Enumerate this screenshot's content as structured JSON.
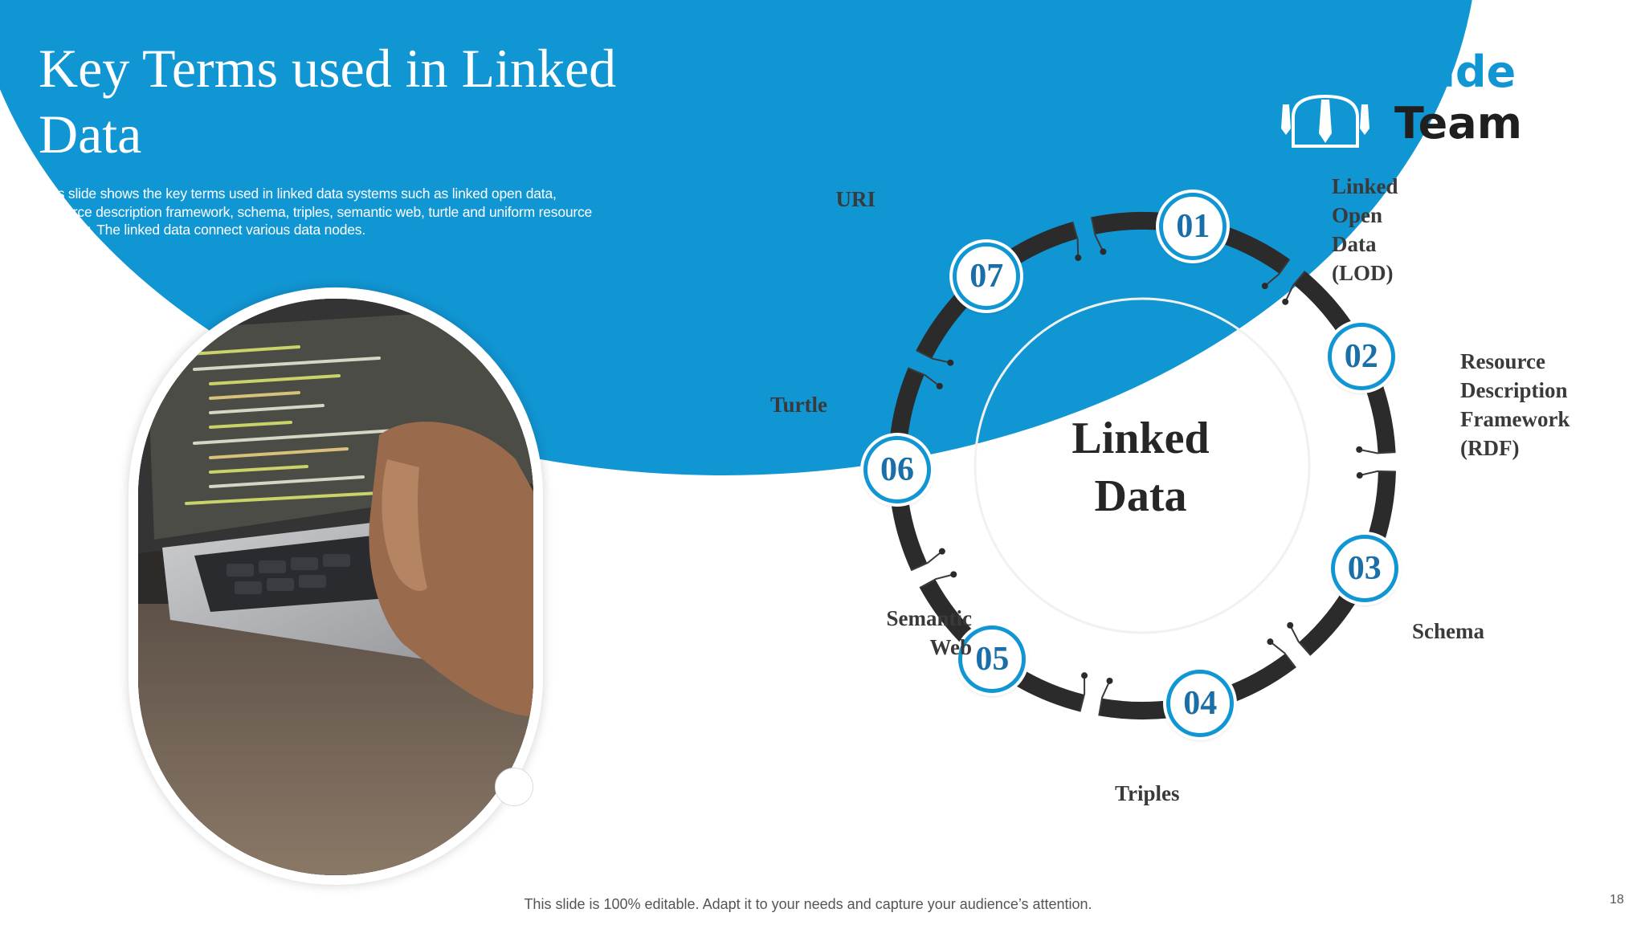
{
  "slide": {
    "title": "Key Terms used in Linked Data",
    "subtitle": "This slide shows the key terms used in linked data systems such as linked open data, resource description framework, schema, triples, semantic web, turtle and uniform resource identifier. The linked data connect various data nodes.",
    "footer": "This slide is 100% editable. Adapt it to your needs and capture your audience’s attention.",
    "page_number": "18"
  },
  "logo": {
    "word1": "Slide",
    "word2": "Team"
  },
  "diagram": {
    "center_label": "Linked\nData",
    "nodes": [
      {
        "number": "01",
        "term": "Linked Open\nData (LOD)"
      },
      {
        "number": "02",
        "term": "Resource\nDescription\nFramework\n(RDF)"
      },
      {
        "number": "03",
        "term": "Schema"
      },
      {
        "number": "04",
        "term": "Triples"
      },
      {
        "number": "05",
        "term": "Semantic\nWeb"
      },
      {
        "number": "06",
        "term": "Turtle"
      },
      {
        "number": "07",
        "term": "URI"
      }
    ]
  },
  "colors": {
    "accent": "#1196d4",
    "ring": "#2b2b2b",
    "number_text": "#1b6fa8"
  },
  "icons": {
    "photo": "laptop-code-photo",
    "logo": "team-people-icon"
  }
}
